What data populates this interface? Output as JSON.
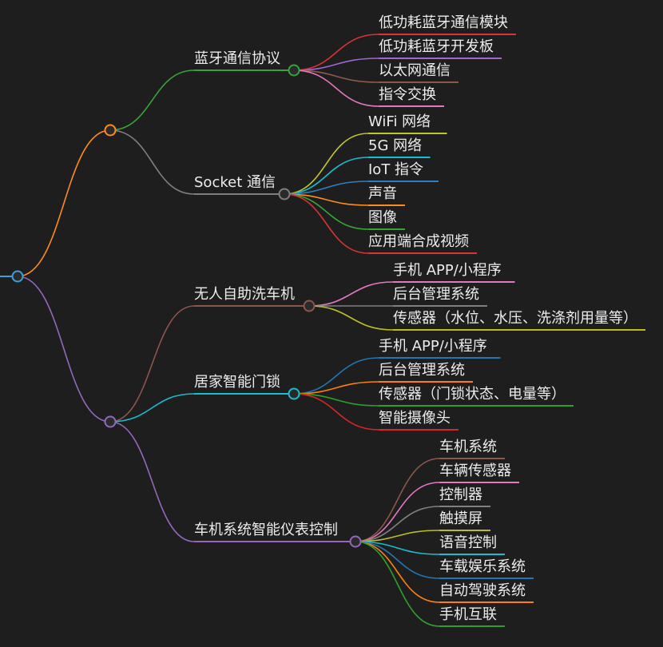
{
  "mindmap": {
    "root": {
      "color": "#3e9fdc"
    },
    "groups": [
      {
        "label": "",
        "color": "#ff8c1a",
        "topics": [
          {
            "label": "蓝牙通信协议",
            "color": "#35a335",
            "children": [
              {
                "label": "低功耗蓝牙通信模块",
                "color": "#d93333"
              },
              {
                "label": "低功耗蓝牙开发板",
                "color": "#a066d3"
              },
              {
                "label": "以太网通信",
                "color": "#8c5a4a"
              },
              {
                "label": "指令交换",
                "color": "#e377c2"
              }
            ]
          },
          {
            "label": "Socket 通信",
            "color": "#7f7f7f",
            "children": [
              {
                "label": "WiFi 网络",
                "color": "#c4c42a"
              },
              {
                "label": "5G 网络",
                "color": "#17becf"
              },
              {
                "label": "IoT 指令",
                "color": "#2a82c4"
              },
              {
                "label": "声音",
                "color": "#ff8c1a"
              },
              {
                "label": "图像",
                "color": "#35a335"
              },
              {
                "label": "应用端合成视频",
                "color": "#d93333"
              }
            ]
          }
        ]
      },
      {
        "label": "",
        "color": "#9467bd",
        "topics": [
          {
            "label": "无人自助洗车机",
            "color": "#8c564b",
            "children": [
              {
                "label": "手机 APP/小程序",
                "color": "#e377c2"
              },
              {
                "label": "后台管理系统",
                "color": "#7f7f7f"
              },
              {
                "label": "传感器（水位、水压、洗涤剂用量等）",
                "color": "#bcbd22"
              }
            ]
          },
          {
            "label": "居家智能门锁",
            "color": "#17becf",
            "children": [
              {
                "label": "手机 APP/小程序",
                "color": "#1f77b4"
              },
              {
                "label": "后台管理系统",
                "color": "#ff7f0e"
              },
              {
                "label": "传感器（门锁状态、电量等）",
                "color": "#2ca02c"
              },
              {
                "label": "智能摄像头",
                "color": "#d62728"
              }
            ]
          },
          {
            "label": "车机系统智能仪表控制",
            "color": "#9467bd",
            "children": [
              {
                "label": "车机系统",
                "color": "#8c564b"
              },
              {
                "label": "车辆传感器",
                "color": "#e377c2"
              },
              {
                "label": "控制器",
                "color": "#7f7f7f"
              },
              {
                "label": "触摸屏",
                "color": "#bcbd22"
              },
              {
                "label": "语音控制",
                "color": "#17becf"
              },
              {
                "label": "车载娱乐系统",
                "color": "#1f77b4"
              },
              {
                "label": "自动驾驶系统",
                "color": "#ff7f0e"
              },
              {
                "label": "手机互联",
                "color": "#2ca02c"
              }
            ]
          }
        ]
      }
    ]
  }
}
